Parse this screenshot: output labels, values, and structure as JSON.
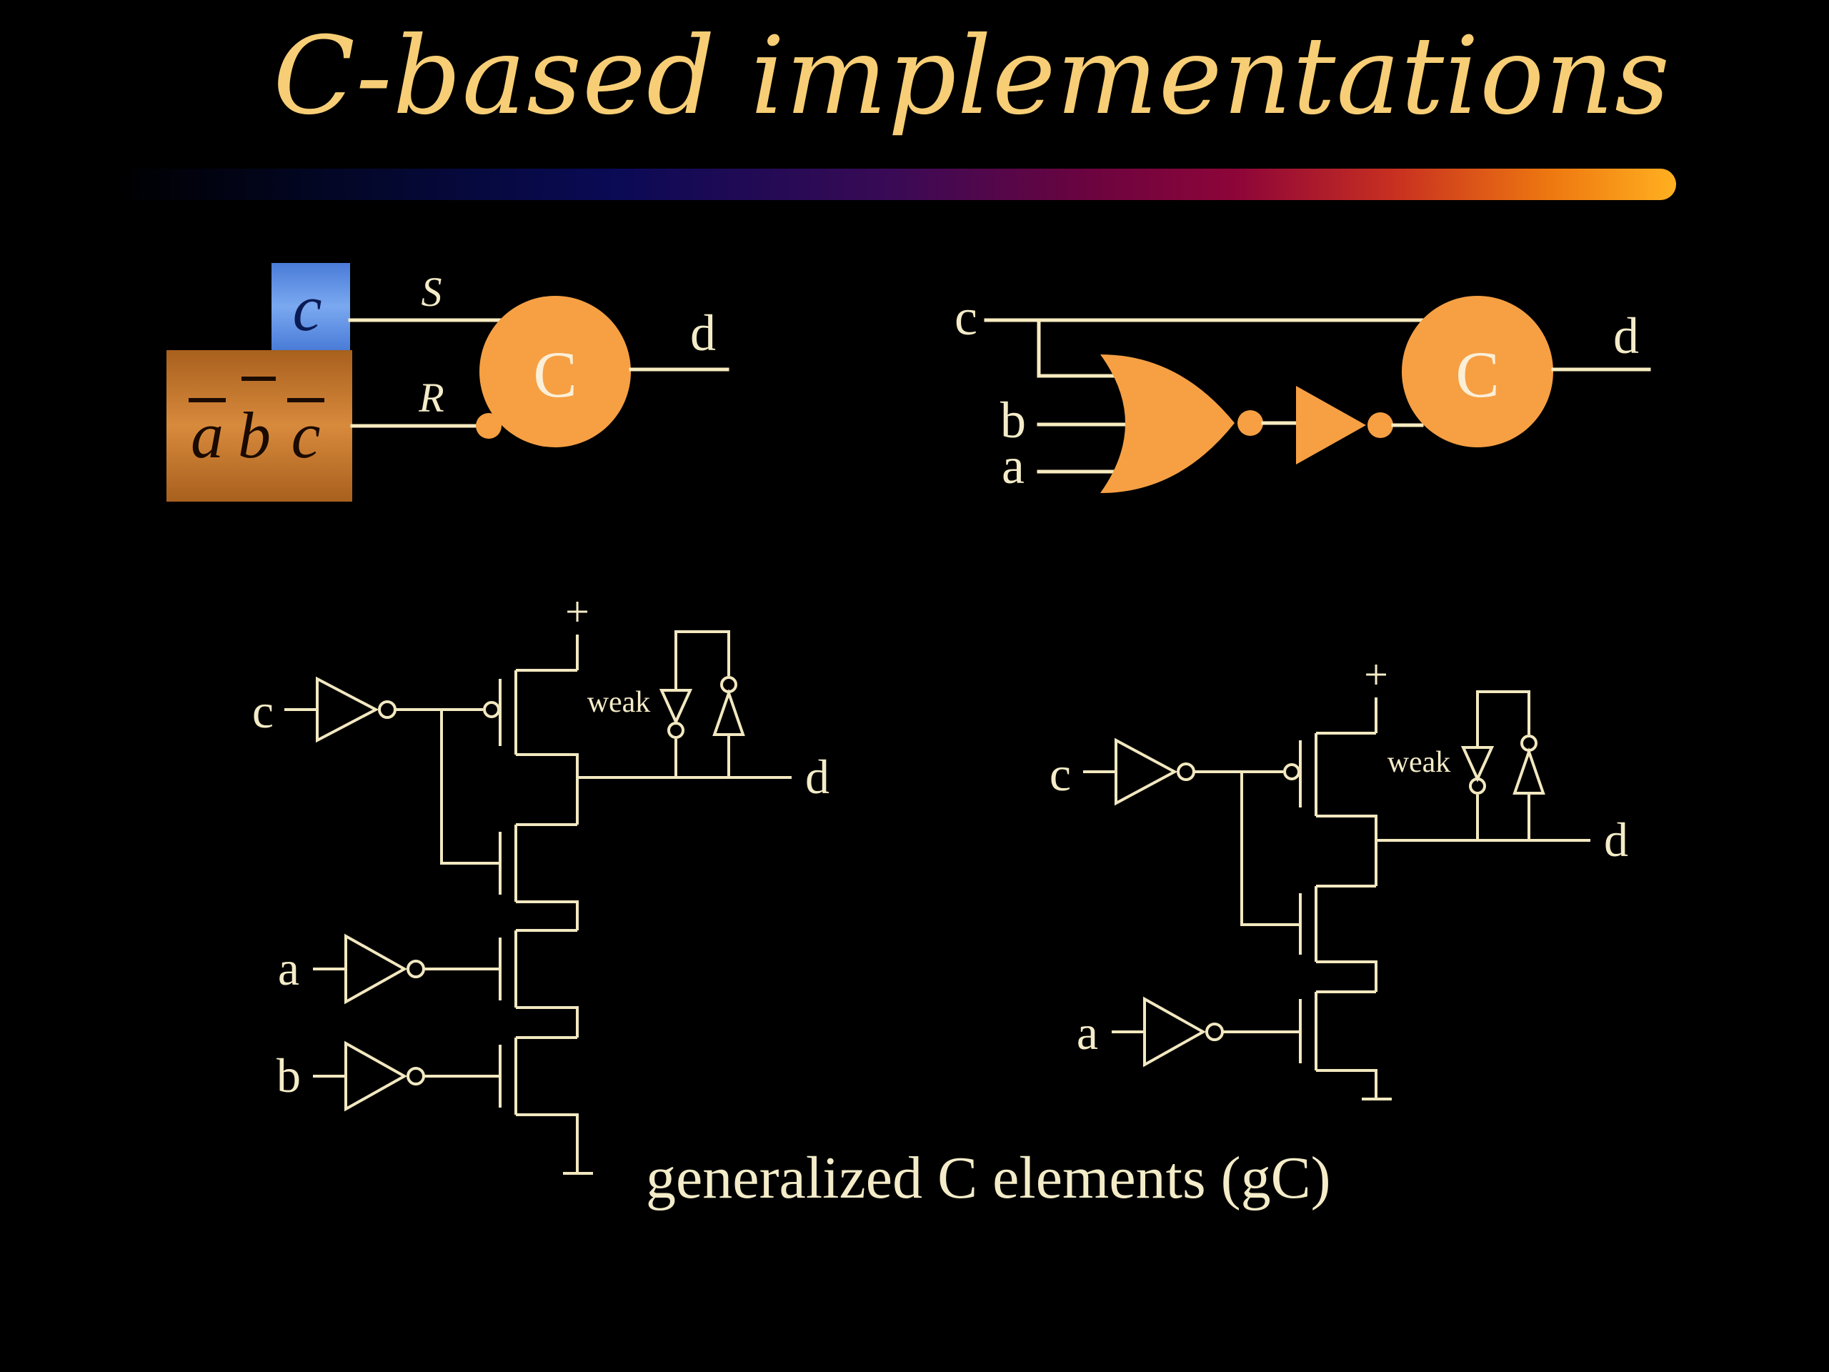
{
  "slide": {
    "title": "C-based implementations",
    "caption": "generalized C elements (gC)"
  },
  "diagram_top_left": {
    "set_signal_box": "c",
    "reset_signal_box": "abc",
    "set_label": "S",
    "reset_label": "R",
    "c_element_label": "C",
    "output_label": "d"
  },
  "diagram_top_right": {
    "input_c": "c",
    "input_b": "b",
    "input_a": "a",
    "c_element_label": "C",
    "output_label": "d"
  },
  "diagram_bottom_left": {
    "input_c": "c",
    "input_a": "a",
    "input_b": "b",
    "supply_label": "+",
    "keeper_label": "weak",
    "output_label": "d"
  },
  "diagram_bottom_right": {
    "input_c": "c",
    "input_a": "a",
    "supply_label": "+",
    "keeper_label": "weak",
    "output_label": "d"
  },
  "colors": {
    "background": "#000000",
    "title": "#F7CE75",
    "gate_fill": "#F6A043",
    "wire": "#F7EBC0",
    "set_box": "#5B8EE6",
    "reset_box": "#C77A2E"
  }
}
